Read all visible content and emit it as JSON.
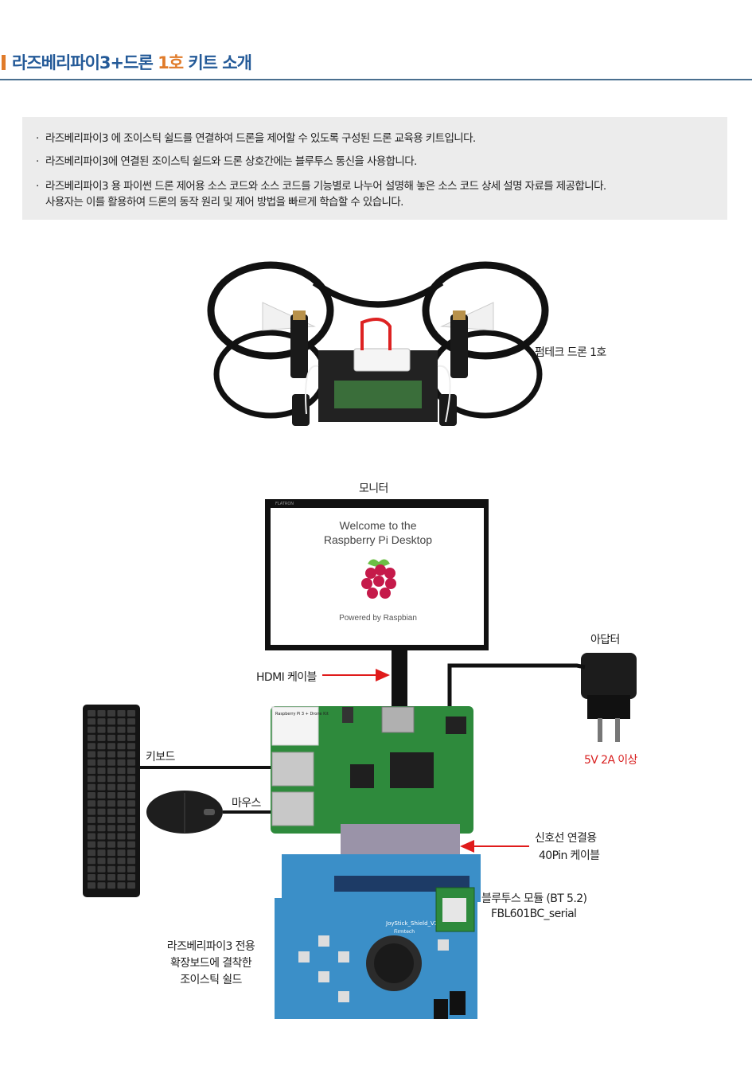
{
  "header": {
    "title_main": "라즈베리파이3+드론 ",
    "title_accent": "1호",
    "title_tail": " 키트 소개"
  },
  "info": {
    "bullet": "·",
    "lines": [
      "라즈베리파이3 에 조이스틱 쉴드를 연결하여 드론을 제어할 수 있도록 구성된 드론 교육용 키트입니다.",
      "라즈베리파이3에 연결된 조이스틱 쉴드와 드론 상호간에는 블루투스 통신을 사용합니다.",
      "라즈베리파이3 용 파이썬 드론 제어용 소스 코드와 소스 코드를 기능별로 나누어 설명해 놓은 소스 코드 상세 설명 자료를 제공합니다.",
      "사용자는 이를 활용하여 드론의 동작 원리 및 제어 방법을 빠르게 학습할 수 있습니다."
    ]
  },
  "labels": {
    "drone": "펌테크 드론 1호",
    "monitor": "모니터",
    "adapter": "아답터",
    "adapter_spec": "5V 2A 이상",
    "hdmi": "HDMI 케이블",
    "keyboard": "키보드",
    "mouse": "마우스",
    "signal_cable_1": "신호선 연결용",
    "signal_cable_2": "40Pin 케이블",
    "bt_module_1": "블루투스 모듈 (BT 5.2)",
    "bt_module_2": "FBL601BC_serial",
    "shield_1": "라즈베리파이3 전용",
    "shield_2": "확장보드에 결착한",
    "shield_3": "조이스틱 쉴드"
  },
  "monitor_screen": {
    "brand": "FLATRON",
    "welcome_1": "Welcome to the",
    "welcome_2": "Raspberry Pi Desktop",
    "powered": "Powered by Raspbian"
  },
  "board_text": {
    "sticker_title": "Raspberry Pi 3 + Drone Kit",
    "shield_name": "JoyStick_Shield_V2.2",
    "shield_brand": "Firmtech"
  },
  "colors": {
    "title": "#245a98",
    "accent": "#e07b2a",
    "arrow_red": "#e01b1b",
    "pcb_green": "#2e8a3c",
    "shield_blue": "#3b8fc8"
  }
}
